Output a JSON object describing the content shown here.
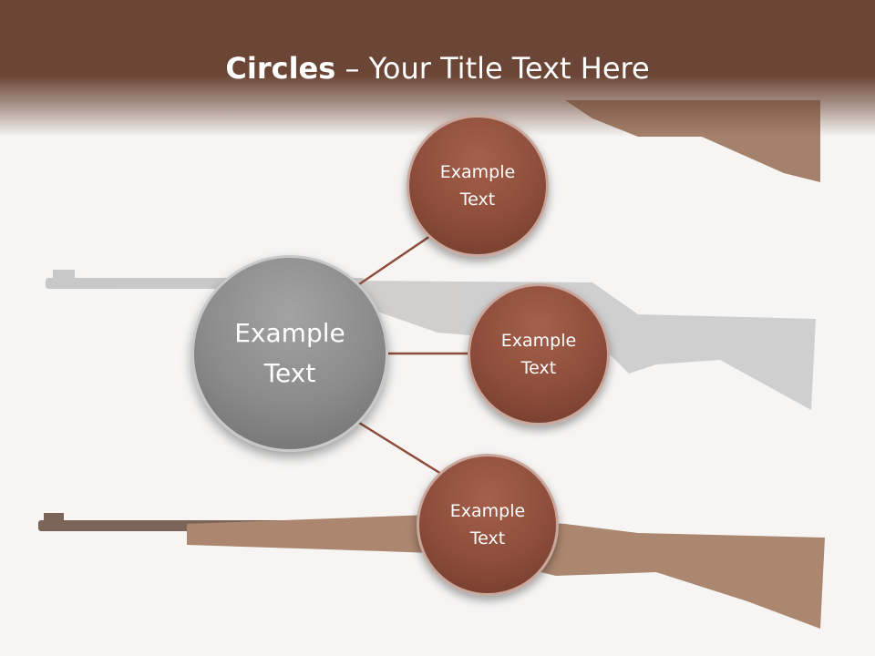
{
  "title": {
    "bold": "Circles",
    "rest": " – Your Title Text Here"
  },
  "center": {
    "label": "Example Text"
  },
  "nodes": [
    {
      "label": "Example Text"
    },
    {
      "label": "Example Text"
    },
    {
      "label": "Example Text"
    }
  ],
  "colors": {
    "header": "#6b4535",
    "node_fill": "#8d4d3a",
    "center_fill": "#8a8a8a",
    "connector": "#8d4d3a"
  }
}
